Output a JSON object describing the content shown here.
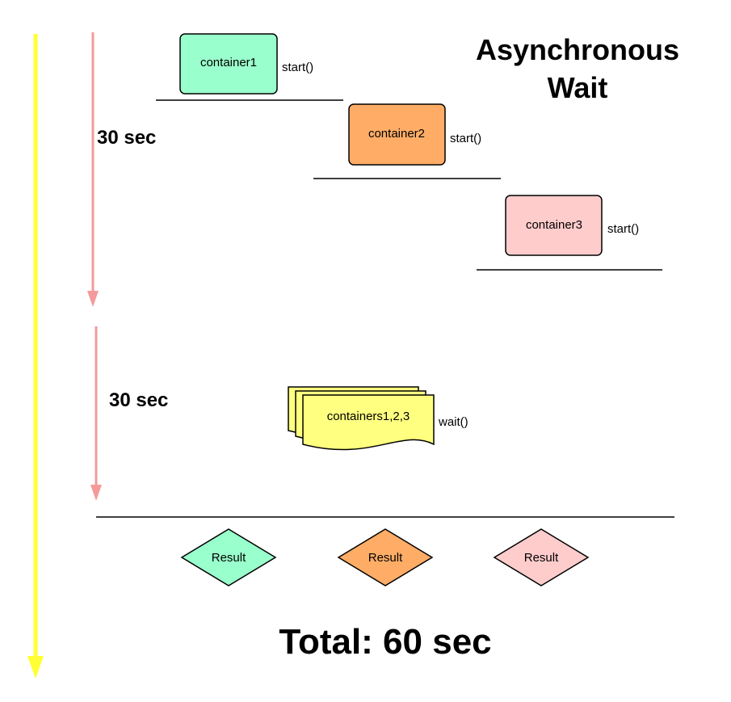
{
  "title": {
    "line1": "Asynchronous",
    "line2": "Wait"
  },
  "colors": {
    "green": "#99ffcc",
    "orange": "#ffad66",
    "pink": "#ffcccc",
    "yellow": "#ffff80",
    "timeline_yellow": "#ffff33",
    "duration_arrow": "#f49a9a",
    "stroke": "#000000"
  },
  "durations": [
    {
      "label": "30 sec"
    },
    {
      "label": "30 sec"
    }
  ],
  "containers": [
    {
      "label": "container1",
      "call": "start()",
      "color": "#99ffcc"
    },
    {
      "label": "container2",
      "call": "start()",
      "color": "#ffad66"
    },
    {
      "label": "container3",
      "call": "start()",
      "color": "#ffcccc"
    }
  ],
  "wait_group": {
    "label": "containers1,2,3",
    "call": "wait()",
    "color": "#ffff80"
  },
  "results": [
    {
      "label": "Result",
      "color": "#99ffcc"
    },
    {
      "label": "Result",
      "color": "#ffad66"
    },
    {
      "label": "Result",
      "color": "#ffcccc"
    }
  ],
  "total": {
    "label": "Total: 60 sec"
  }
}
